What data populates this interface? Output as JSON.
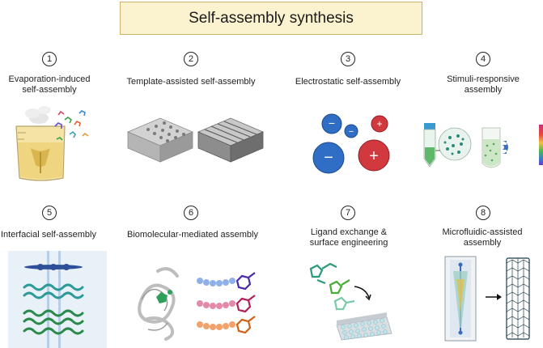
{
  "title": "Self-assembly synthesis",
  "panels": [
    {
      "number": "1",
      "label_line1": "Evaporation-induced",
      "label_line2": "self-assembly"
    },
    {
      "number": "2",
      "label_line1": "Template-assisted self-assembly",
      "label_line2": ""
    },
    {
      "number": "3",
      "label_line1": "Electrostatic self-assembly",
      "label_line2": ""
    },
    {
      "number": "4",
      "label_line1": "Stimuli-responsive",
      "label_line2": "assembly"
    },
    {
      "number": "5",
      "label_line1": "Interfacial self-assembly",
      "label_line2": ""
    },
    {
      "number": "6",
      "label_line1": "Biomolecular-mediated assembly",
      "label_line2": ""
    },
    {
      "number": "7",
      "label_line1": "Ligand exchange &",
      "label_line2": "surface engineering"
    },
    {
      "number": "8",
      "label_line1": "Microfluidic-assisted",
      "label_line2": "assembly"
    }
  ],
  "charges": {
    "minus": "−",
    "plus": "+"
  }
}
